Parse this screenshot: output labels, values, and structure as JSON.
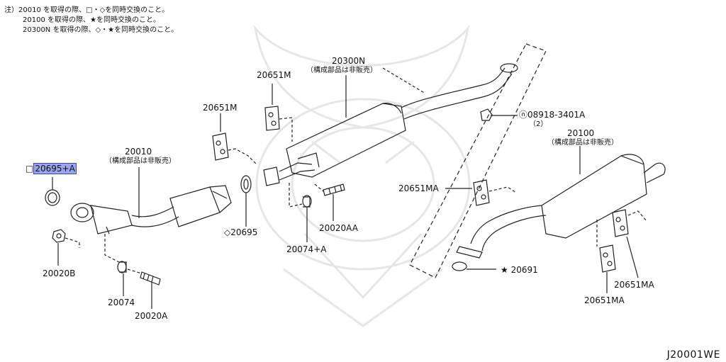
{
  "notes": [
    "注）20010 を取得の際、□・◇を同時交換のこと。",
    "20100 を取得の際、★を同時交換のこと。",
    "20300N を取得の際、◇・★を同時交換のこと。"
  ],
  "labels": {
    "p20695a": "20695+A",
    "p20695a_mark": "□",
    "p20010": "20010",
    "p20010_sub": "（構成部品は非販売）",
    "p20020b": "20020B",
    "p20074": "20074",
    "p20020a": "20020A",
    "p20651m_left": "20651M",
    "p20651m_top": "20651M",
    "p20695": "◇20695",
    "p20300n": "20300N",
    "p20300n_sub": "（構成部品は非販売）",
    "p20074a": "20074+A",
    "p20020aa": "20020AA",
    "p08918": "ⓝ08918-3401A",
    "p08918_qty": "（2）",
    "p20100": "20100",
    "p20100_sub": "（構成部品は非販売）",
    "p20651ma_left": "20651MA",
    "p20691": "★ 20691",
    "p20651ma_right": "20651MA",
    "p20651ma_bottom": "20651MA"
  },
  "diagram_code": "J20001WE",
  "colors": {
    "line": "#222222",
    "highlight": "#9aa7e6",
    "watermark": "#e4e4e4"
  }
}
